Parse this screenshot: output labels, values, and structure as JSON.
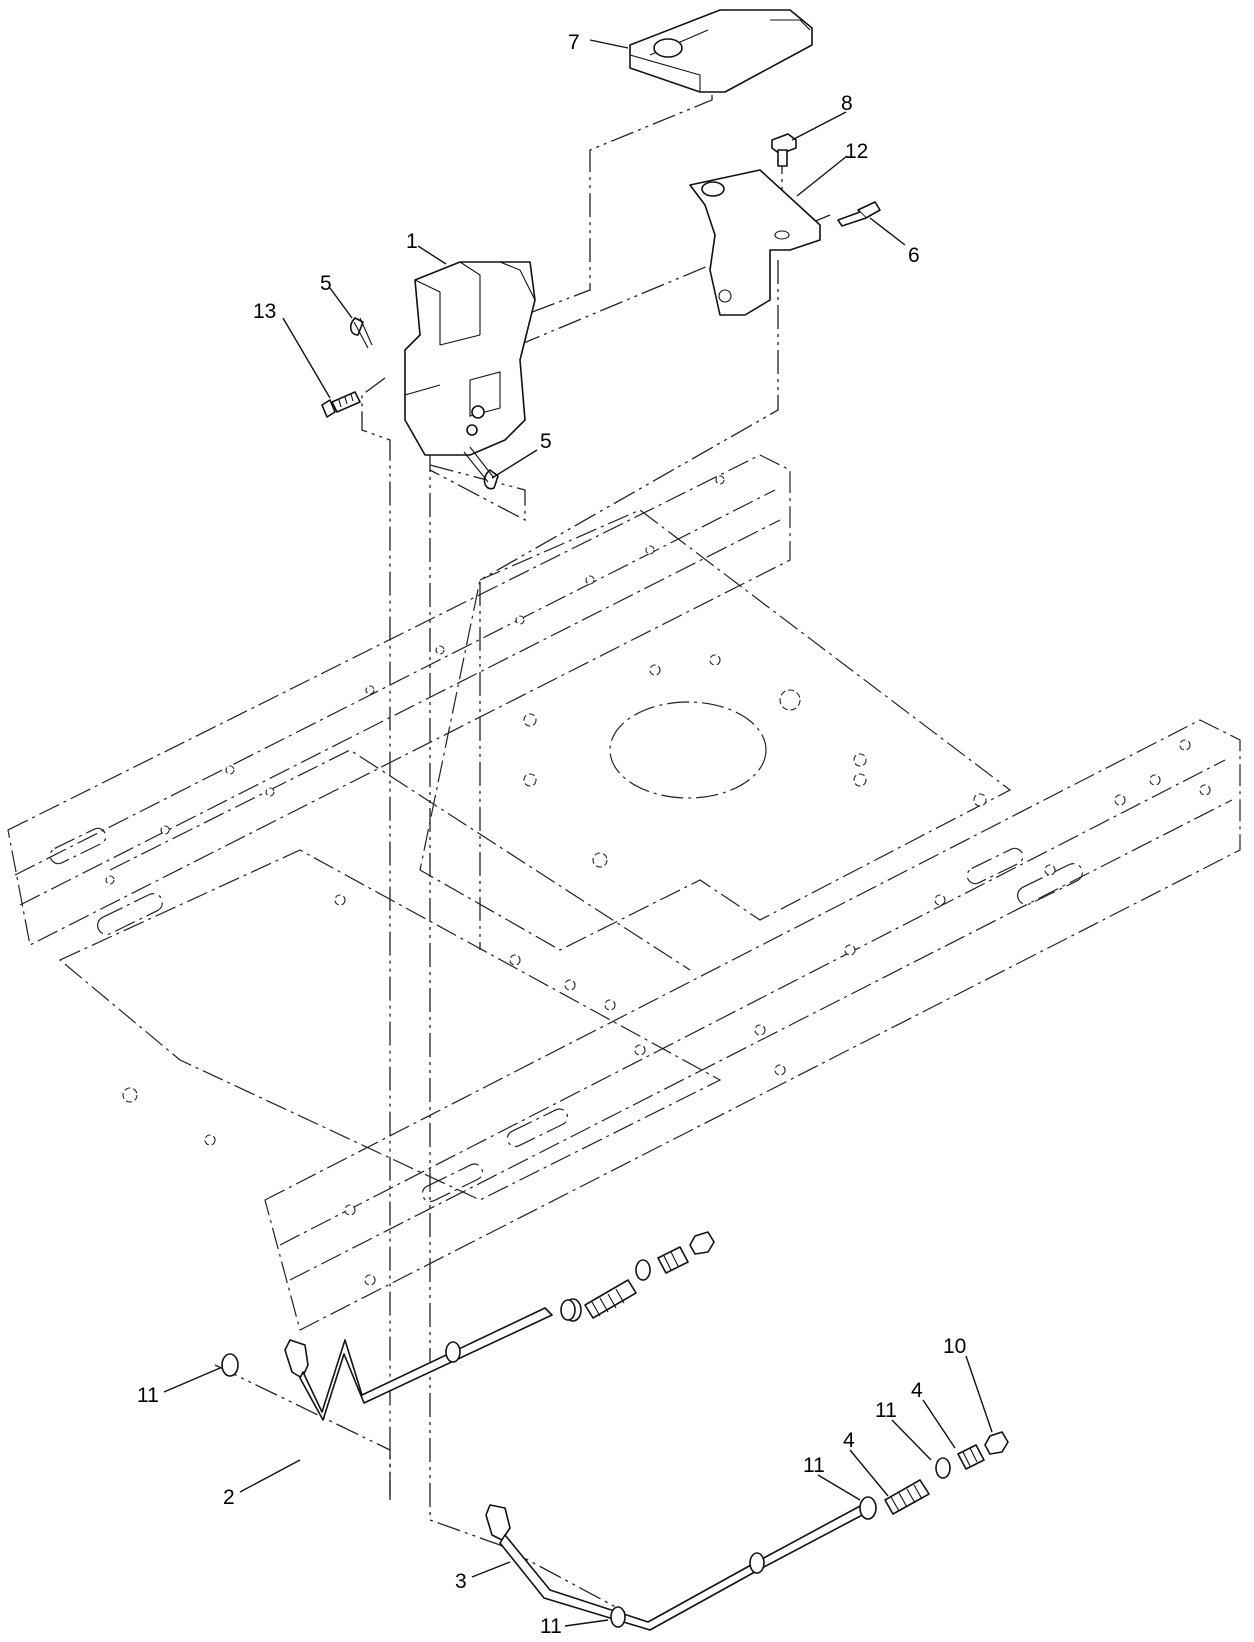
{
  "diagram": {
    "callouts": [
      {
        "id": "c7",
        "text": "7"
      },
      {
        "id": "c8",
        "text": "8"
      },
      {
        "id": "c12",
        "text": "12"
      },
      {
        "id": "c6",
        "text": "6"
      },
      {
        "id": "c1",
        "text": "1"
      },
      {
        "id": "c5a",
        "text": "5"
      },
      {
        "id": "c13",
        "text": "13"
      },
      {
        "id": "c5b",
        "text": "5"
      },
      {
        "id": "c10",
        "text": "10"
      },
      {
        "id": "c4a",
        "text": "4"
      },
      {
        "id": "c11a",
        "text": "11"
      },
      {
        "id": "c4b",
        "text": "4"
      },
      {
        "id": "c11b",
        "text": "11"
      },
      {
        "id": "c11c",
        "text": "11"
      },
      {
        "id": "c2",
        "text": "2"
      },
      {
        "id": "c3",
        "text": "3"
      },
      {
        "id": "c11d",
        "text": "11"
      }
    ]
  }
}
